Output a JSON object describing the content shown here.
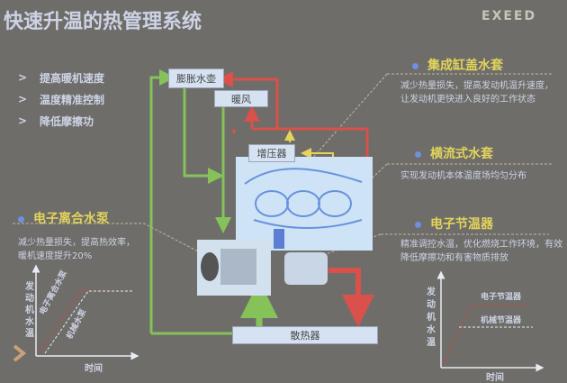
{
  "header": {
    "title": "快速升温的热管理系统",
    "brand_logo": "EXEED"
  },
  "benefits": [
    {
      "label": "提高暖机速度"
    },
    {
      "label": "温度精准控制"
    },
    {
      "label": "降低摩擦功"
    }
  ],
  "features": {
    "pump": {
      "title": "电子离合水泵",
      "desc_line1": "减少热量损失，提高热效率，",
      "desc_line2": "暖机速度提升20%"
    },
    "head_jacket": {
      "title": "集成缸盖水套",
      "desc_line1": "减少热量损失，提高发动机温升速度，",
      "desc_line2": "让发动机更快进入良好的工作状态"
    },
    "cross_flow": {
      "title": "横流式水套",
      "desc_line1": "实现发动机本体温度场均匀分布"
    },
    "thermostat": {
      "title": "电子节温器",
      "desc_line1": "精准调控水温，优化燃烧工作环境，有效",
      "desc_line2": "降低摩擦功和有害物质排放"
    }
  },
  "diagram": {
    "expansion_tank": "膨胀水壶",
    "heater": "暖风",
    "turbocharger": "增压器",
    "radiator": "散热器"
  },
  "chart_data": [
    {
      "type": "line",
      "title": "",
      "xlabel": "时间",
      "ylabel": "发动机水温",
      "series": [
        {
          "name": "电子离合水泵",
          "style": "solid-red",
          "x": [
            0,
            0.4,
            1.0
          ],
          "y": [
            0,
            0.8,
            0.8
          ]
        },
        {
          "name": "机械水泵",
          "style": "dashed-white",
          "x": [
            0,
            0.55,
            1.0
          ],
          "y": [
            0,
            0.8,
            0.8
          ]
        }
      ],
      "legend_position": "inline-annotations",
      "grid": false
    },
    {
      "type": "line",
      "title": "",
      "xlabel": "时间",
      "ylabel": "发动机水温",
      "series": [
        {
          "name": "电子节温器",
          "style": "solid-red",
          "x": [
            0,
            0.3,
            1.0
          ],
          "y": [
            0,
            0.85,
            0.85
          ]
        },
        {
          "name": "机械节温器",
          "style": "dashed-white",
          "x": [
            0.2,
            1.0
          ],
          "y": [
            0.55,
            0.55
          ]
        }
      ],
      "legend_position": "inline-annotations",
      "grid": false
    }
  ],
  "chart_labels": {
    "left": {
      "ylabel": "发动机水温",
      "xlabel": "时间",
      "series_a": "电子离合水泵",
      "series_b": "机械水泵"
    },
    "right": {
      "ylabel": "发动机水温",
      "xlabel": "时间",
      "series_a": "电子节温器",
      "series_b": "机械节温器"
    }
  },
  "colors": {
    "background": "#6e6d6a",
    "title_text": "#cdd3e4",
    "feature_title": "#e2d45a",
    "bullet_dot": "#6f8fe0",
    "green_flow": "#86c25a",
    "red_flow": "#d9514a",
    "yellow_flow": "#e6d35a",
    "slide_chevron": "#c9a07a"
  }
}
